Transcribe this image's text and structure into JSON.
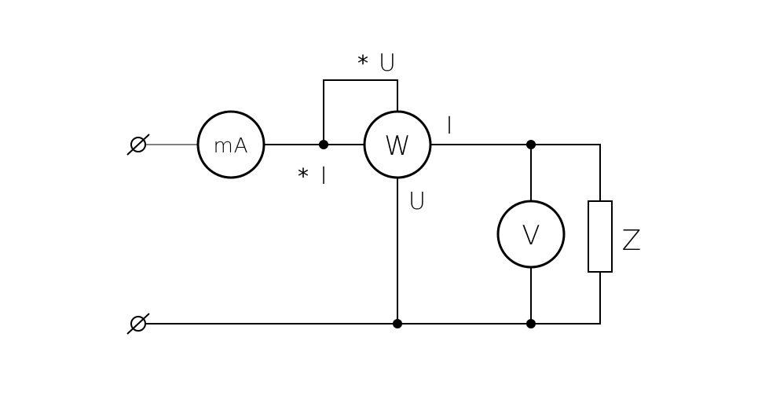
{
  "diagram": {
    "meters": {
      "milliammeter": "mA",
      "wattmeter": "W",
      "voltmeter": "V"
    },
    "load": {
      "label": "Z"
    },
    "wattmeter_terminals": {
      "current_star": "*",
      "current_in": "I",
      "voltage_star": "*",
      "voltage_in": "U",
      "current_out": "I",
      "voltage_out": "U"
    }
  }
}
